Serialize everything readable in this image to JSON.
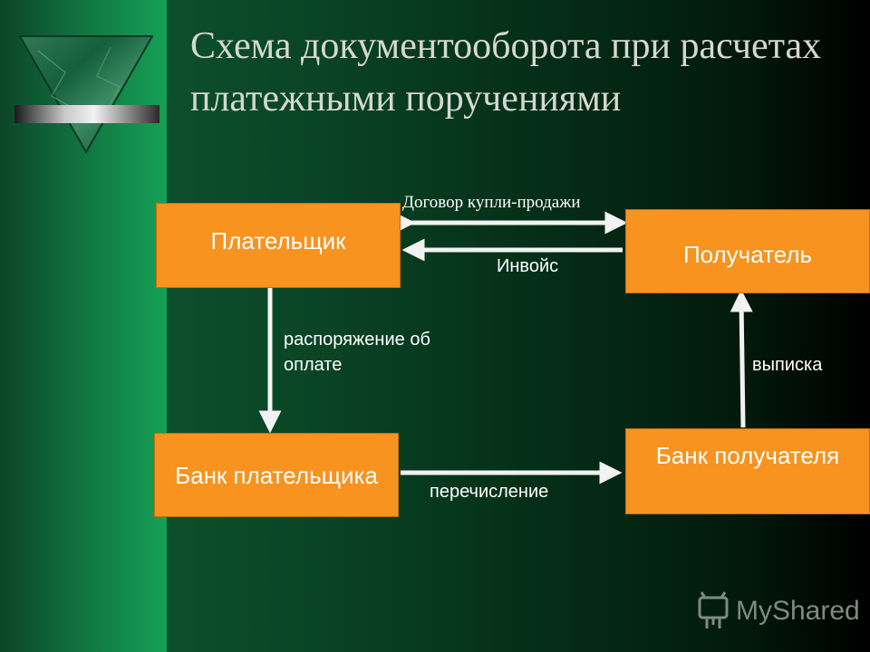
{
  "title": "Схема документооборота при расчетах платежными поручениями",
  "nodes": {
    "payer": "Плательщик",
    "receiver": "Получатель",
    "payer_bank": "Банк плательщика",
    "receiver_bank": "Банк получателя"
  },
  "edges": {
    "contract": "Договор купли-продажи",
    "invoice": "Инвойс",
    "payment_order": "распоряжение об оплате",
    "statement": "выписка",
    "transfer": "перечисление"
  },
  "watermark": "MyShared",
  "colors": {
    "box_fill": "#f7931e",
    "box_text": "#ffffff",
    "title_text": "#d6d8cf",
    "arrow": "#f2f2f2"
  }
}
